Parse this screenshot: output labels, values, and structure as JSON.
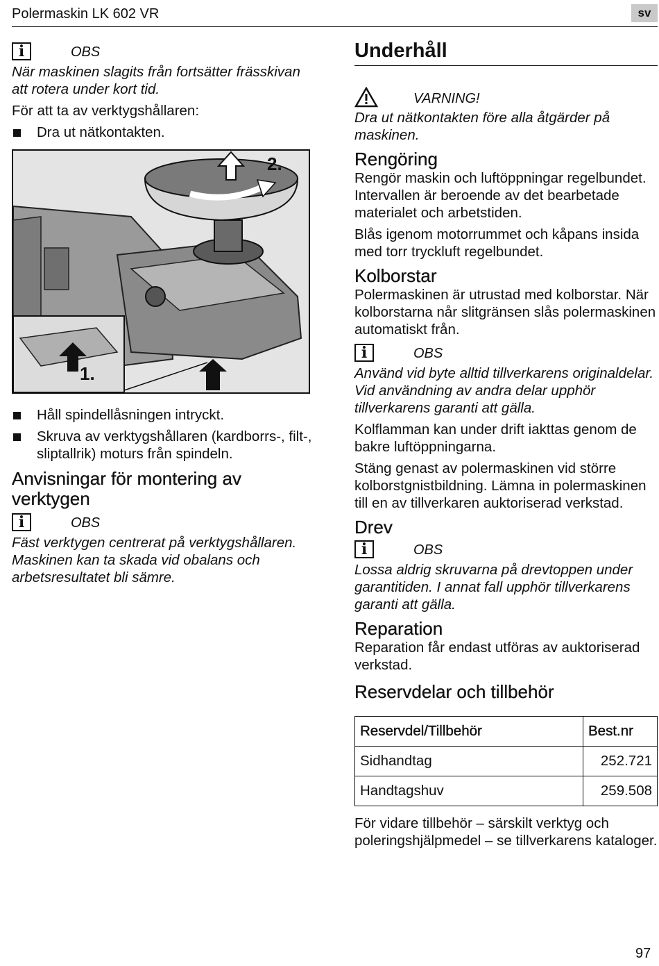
{
  "header": {
    "title": "Polermaskin LK 602 VR",
    "lang": "sv"
  },
  "left": {
    "note1": {
      "label": "OBS",
      "text": "När maskinen slagits från fortsätter frässkivan att rotera under kort tid."
    },
    "intro": "För att ta av verktygshållaren:",
    "bullet1": "Dra ut nätkontakten.",
    "figure": {
      "step1": "1.",
      "step2": "2."
    },
    "bullet2": "Håll spindellåsningen intryckt.",
    "bullet3": "Skruva av verktygshållaren (kardborrs-, filt-, sliptallrik) moturs från spindeln.",
    "heading": "Anvisningar för montering av verktygen",
    "note2": {
      "label": "OBS",
      "text": "Fäst verktygen centrerat på verktygshållaren. Maskinen kan ta skada vid obalans och arbetsresultatet bli sämre."
    }
  },
  "right": {
    "title": "Underhåll",
    "warning": {
      "label": "VARNING!",
      "text": "Dra ut nätkontakten före alla åtgärder på maskinen."
    },
    "cleaning": {
      "heading": "Rengöring",
      "p1": "Rengör maskin och luftöppningar regelbundet. Intervallen är beroende av det bearbetade materialet och arbetstiden.",
      "p2": "Blås igenom motorrummet och kåpans insida med torr tryckluft regelbundet."
    },
    "brushes": {
      "heading": "Kolborstar",
      "p1": "Polermaskinen är utrustad med kolborstar. När kolborstarna når slitgränsen slås polermaskinen automatiskt från.",
      "note": {
        "label": "OBS",
        "text": "Använd vid byte alltid tillverkarens originaldelar. Vid användning av andra delar upphör tillverkarens garanti att gälla."
      },
      "p2": "Kolflamman kan under drift iakttas genom de bakre luftöppningarna.",
      "p3": "Stäng genast av polermaskinen vid större kolborstgnistbildning. Lämna in polermaskinen till en av tillverkaren auktoriserad verkstad."
    },
    "drive": {
      "heading": "Drev",
      "note": {
        "label": "OBS",
        "text": "Lossa aldrig skruvarna på drevtoppen under garantitiden. I annat fall upphör tillverkarens garanti att gälla."
      }
    },
    "repair": {
      "heading": "Reparation",
      "text": "Reparation får endast utföras av auktoriserad verkstad."
    },
    "parts": {
      "heading": "Reservdelar och tillbehör",
      "columns": [
        "Reservdel/Tillbehör",
        "Best.nr"
      ],
      "rows": [
        {
          "name": "Sidhandtag",
          "number": "252.721"
        },
        {
          "name": "Handtagshuv",
          "number": "259.508"
        }
      ],
      "footer": "För vidare tillbehör – särskilt verktyg och poleringshjälpmedel – se tillverkarens kataloger."
    }
  },
  "page_number": "97"
}
